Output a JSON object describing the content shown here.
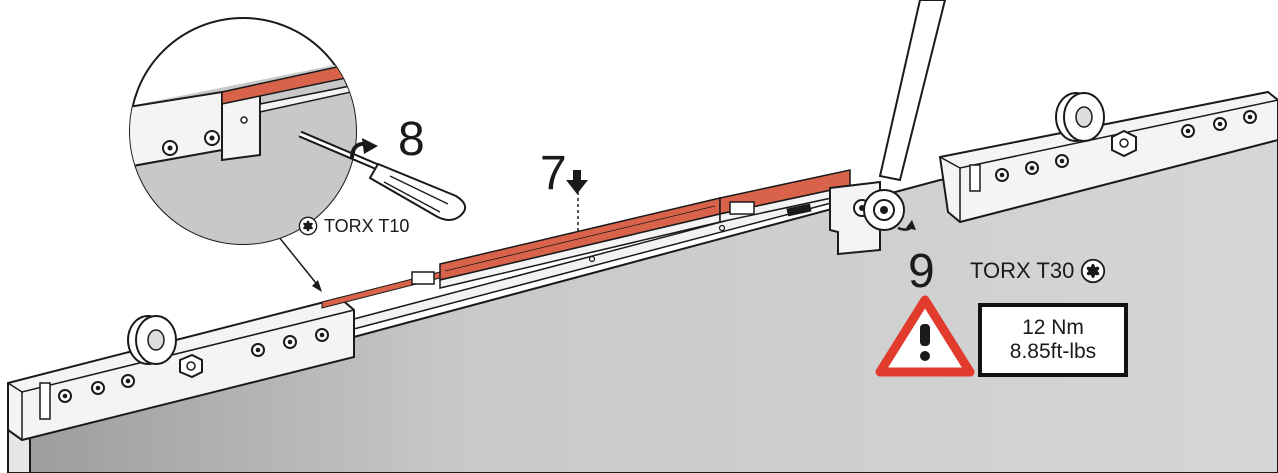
{
  "steps": {
    "step7": "7",
    "step8": "8",
    "step9": "9"
  },
  "tools": {
    "torx_small": "TORX T10",
    "torx_large": "TORX T30"
  },
  "torque": {
    "nm": "12 Nm",
    "ftlbs": "8.85ft-lbs"
  },
  "colors": {
    "accent_red": "#d8634a",
    "warning_red": "#e23b2e",
    "door_gray": "#c8c8c8",
    "line_black": "#1a1a1a"
  },
  "icons": [
    "torx-star-icon",
    "warning-triangle-icon",
    "screwdriver-icon",
    "wrench-icon",
    "rotate-arrow-icon",
    "down-arrow-icon",
    "roller-wheel-icon"
  ]
}
